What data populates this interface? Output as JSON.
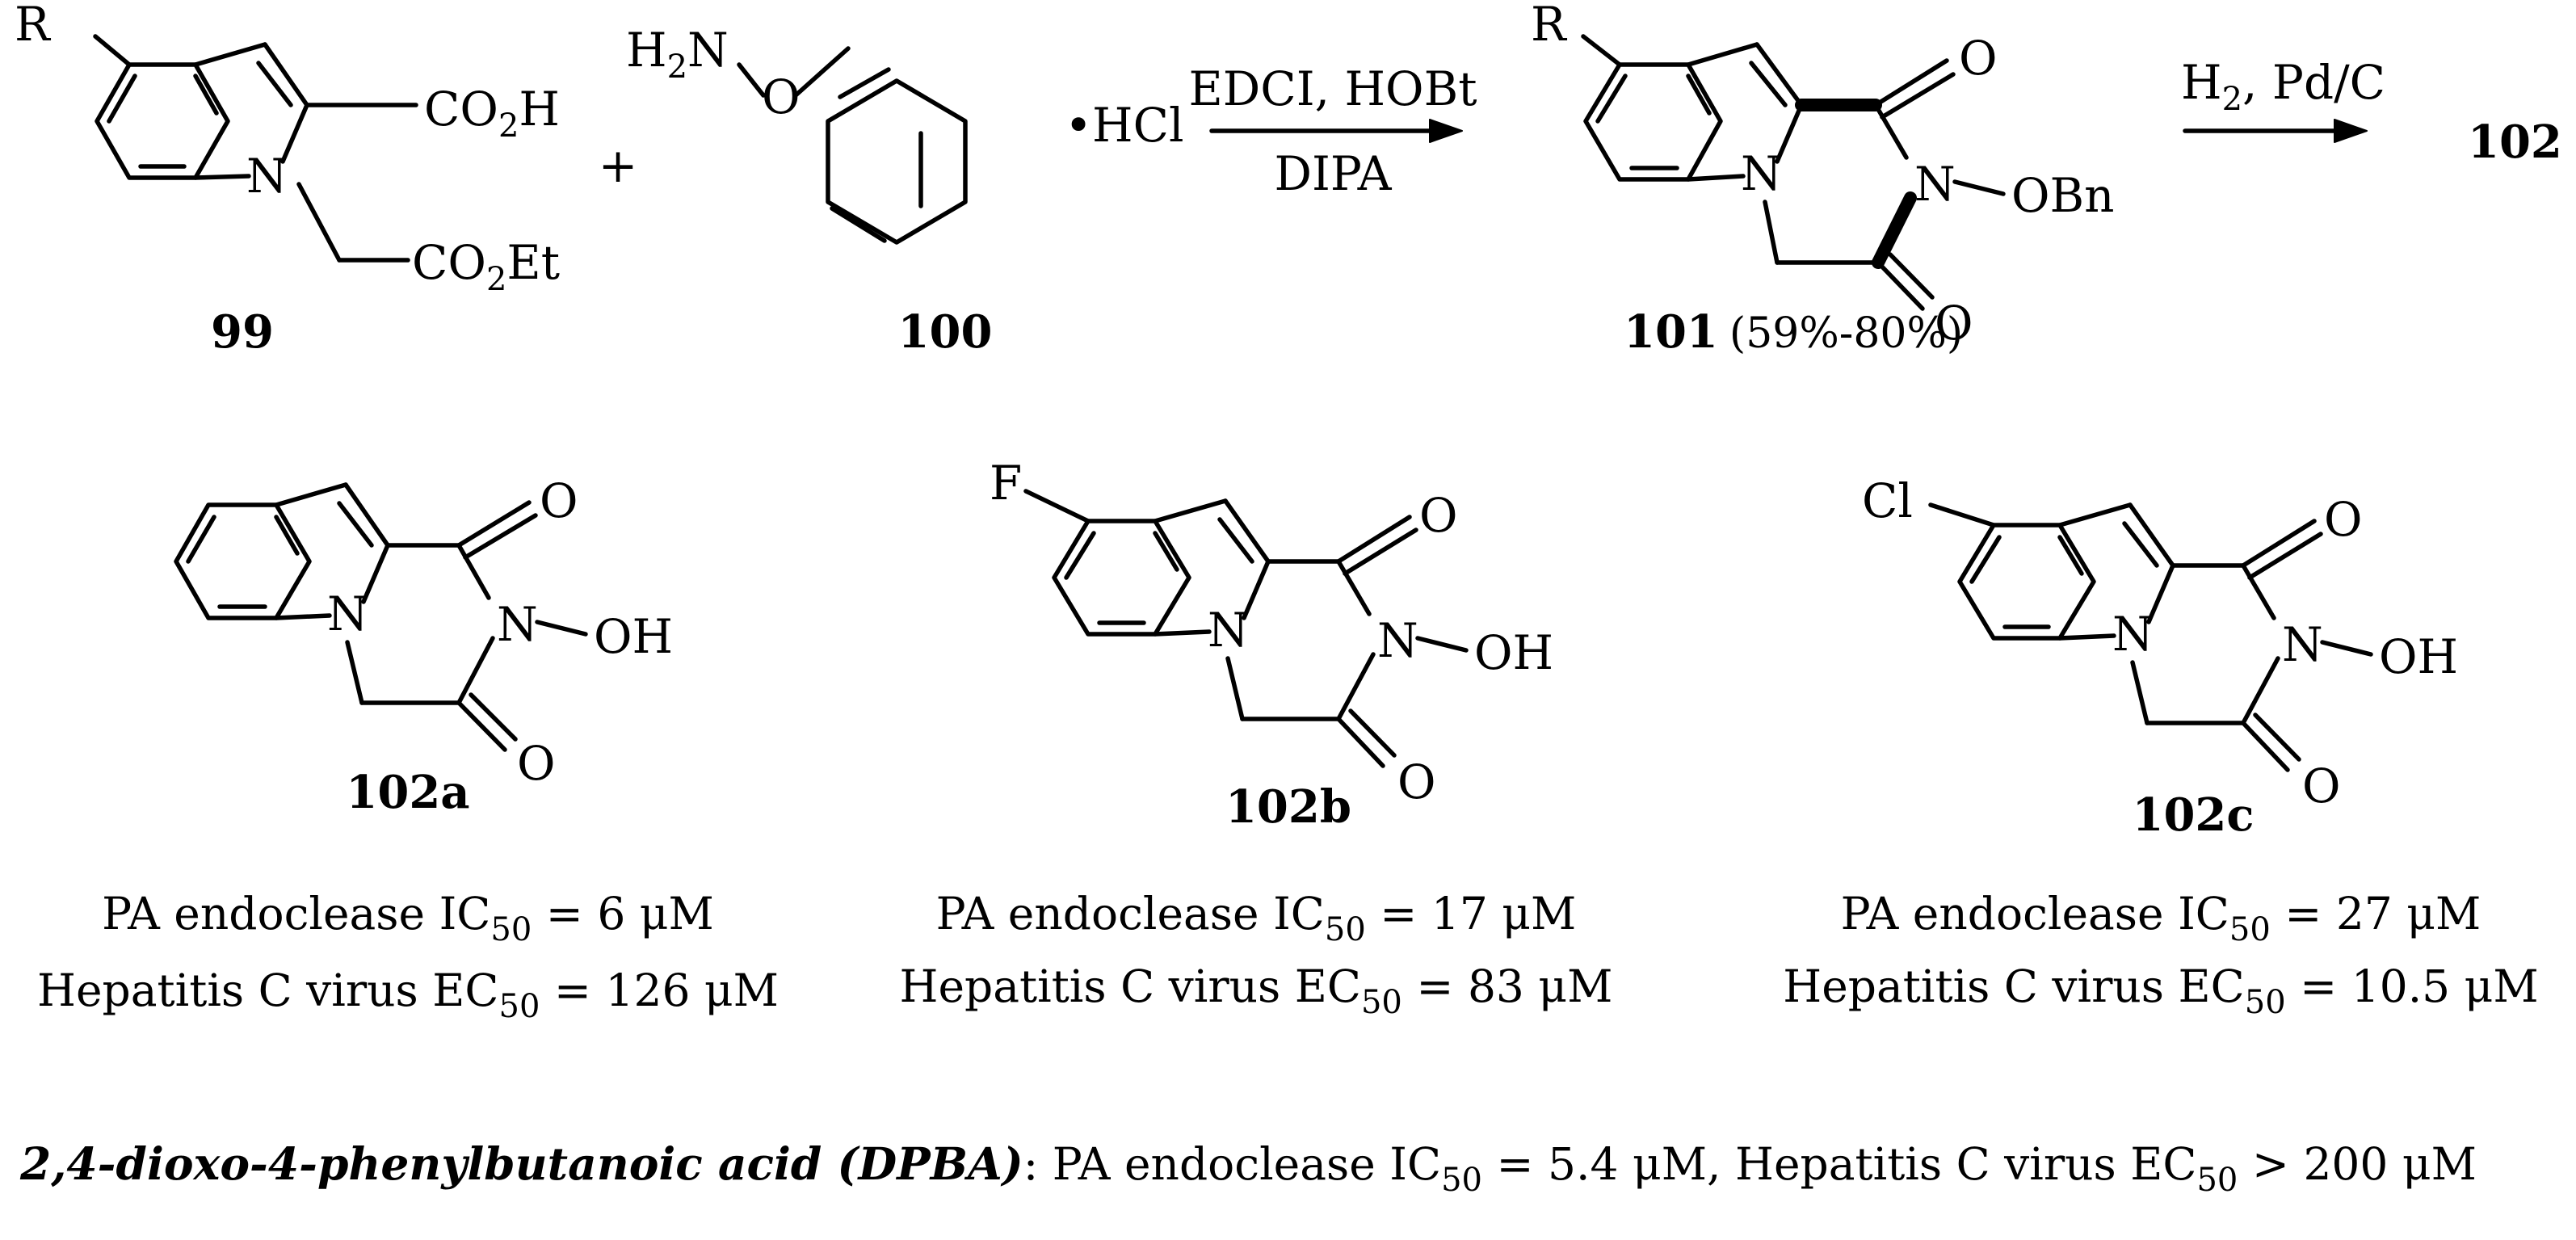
{
  "reaction": {
    "reagent_top": "EDCI, HOBt",
    "reagent_bottom": "DIPA",
    "hydrogenation_top": "H",
    "hydrogenation_top_sub": "2",
    "hydrogenation_top_rest": ", Pd/C",
    "plus": "+",
    "salt_dot": "•",
    "salt": "HCl",
    "product_label": "102"
  },
  "compound_99": {
    "label": "99",
    "r": "R",
    "n": "N",
    "acid": "CO",
    "acid_sub": "2",
    "acid_end": "H",
    "ester": "CO",
    "ester_sub": "2",
    "ester_end": "Et"
  },
  "compound_100": {
    "label": "100",
    "h2n": "H",
    "h2n_sub": "2",
    "h2n_n": "N",
    "o": "O"
  },
  "compound_101": {
    "label": "101",
    "yield": "(59%-80%)",
    "r": "R",
    "n_ring": "N",
    "n_obn": "N",
    "obn": "OBn",
    "o_top": "O",
    "o_bottom": "O"
  },
  "analogs": [
    {
      "label": "102a",
      "substituent": "",
      "n_ring": "N",
      "n_oh": "N",
      "oh": "OH",
      "o_top": "O",
      "o_bottom": "O",
      "line1_prefix": "PA endoclease IC",
      "line1_sub": "50",
      "line1_value": " = 6 μM",
      "line2_prefix": "Hepatitis C virus EC",
      "line2_sub": "50",
      "line2_value": " = 126 μM"
    },
    {
      "label": "102b",
      "substituent": "F",
      "n_ring": "N",
      "n_oh": "N",
      "oh": "OH",
      "o_top": "O",
      "o_bottom": "O",
      "line1_prefix": "PA endoclease IC",
      "line1_sub": "50",
      "line1_value": " = 17 μM",
      "line2_prefix": "Hepatitis C virus EC",
      "line2_sub": "50",
      "line2_value": " = 83 μM"
    },
    {
      "label": "102c",
      "substituent": "Cl",
      "n_ring": "N",
      "n_oh": "N",
      "oh": "OH",
      "o_top": "O",
      "o_bottom": "O",
      "line1_prefix": "PA endoclease IC",
      "line1_sub": "50",
      "line1_value": " = 27 μM",
      "line2_prefix": "Hepatitis C virus EC",
      "line2_sub": "50",
      "line2_value": " = 10.5 μM"
    }
  ],
  "footer": {
    "compound_name": "2,4-dioxo-4-phenylbutanoic acid (DPBA)",
    "colon": ": PA endoclease IC",
    "ic_sub": "50",
    "ic_value": " = 5.4 μM, Hepatitis C virus EC",
    "ec_sub": "50",
    "ec_value": " > 200  μM"
  }
}
